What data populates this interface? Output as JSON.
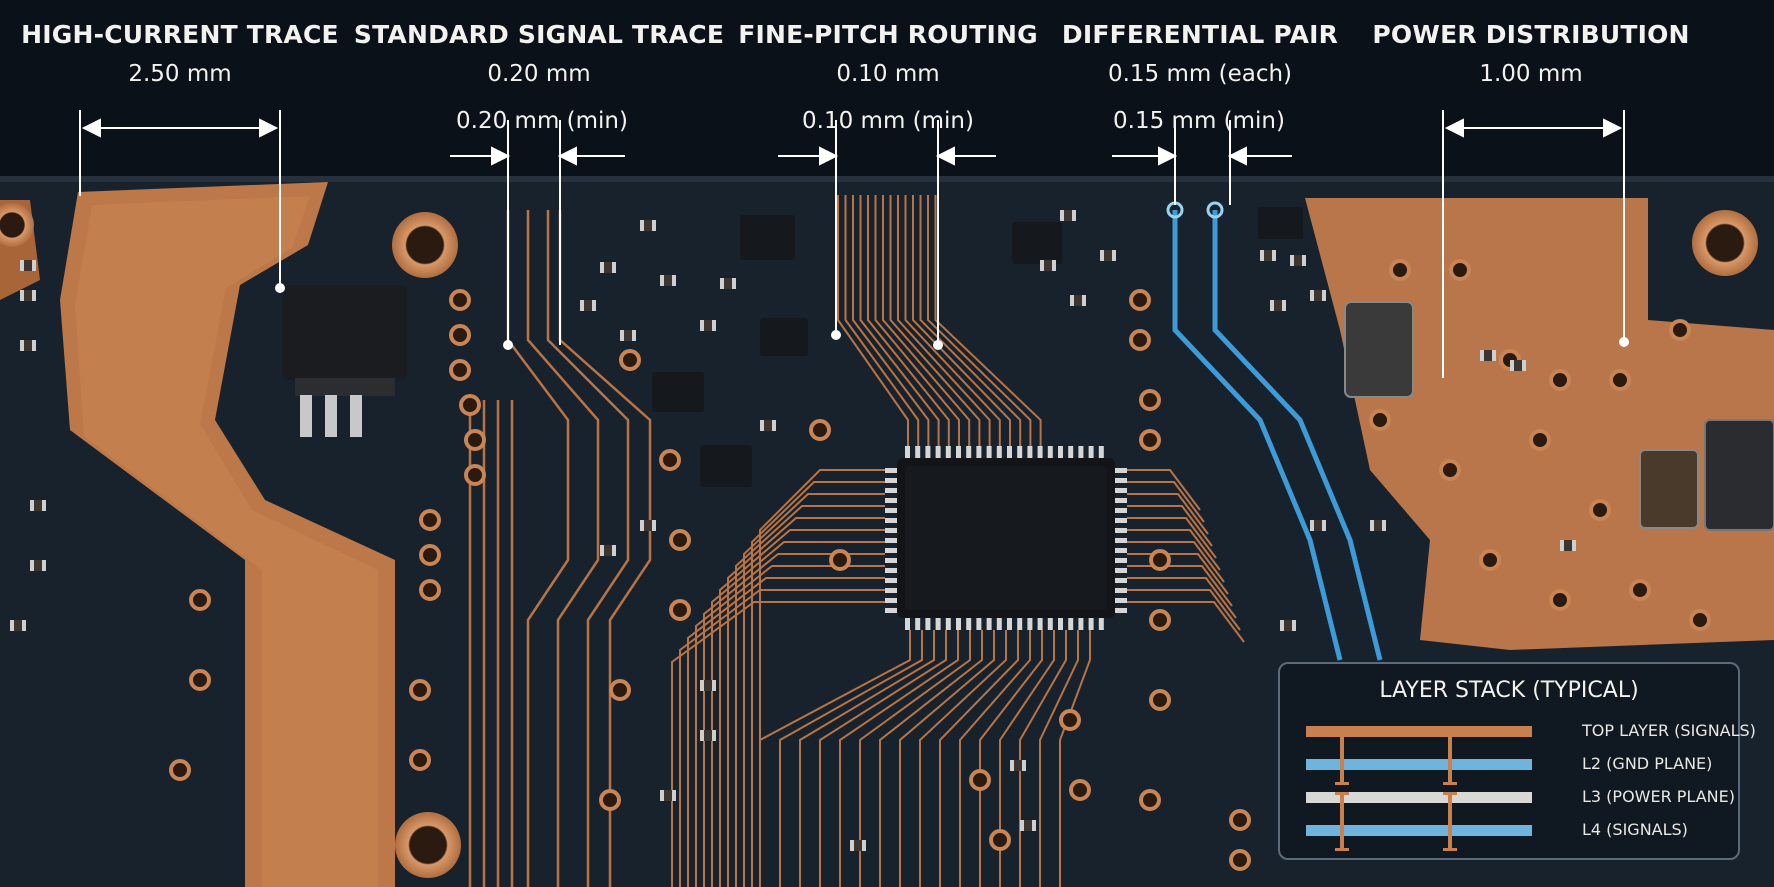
{
  "annotations": [
    {
      "id": "high-current",
      "title": "HIGH-CURRENT TRACE",
      "value": "2.50 mm"
    },
    {
      "id": "standard-signal",
      "title": "STANDARD SIGNAL TRACE",
      "value": "0.20 mm",
      "spacing": "0.20 mm (min)"
    },
    {
      "id": "fine-pitch",
      "title": "FINE-PITCH ROUTING",
      "value": "0.10 mm",
      "spacing": "0.10 mm (min)"
    },
    {
      "id": "differential",
      "title": "DIFFERENTIAL PAIR",
      "value": "0.15 mm (each)",
      "spacing": "0.15 mm (min)"
    },
    {
      "id": "power",
      "title": "POWER DISTRIBUTION",
      "value": "1.00 mm"
    }
  ],
  "legend": {
    "title": "LAYER STACK (TYPICAL)",
    "layers": [
      {
        "label": "TOP LAYER (SIGNALS)",
        "color": "#c8804e"
      },
      {
        "label": "L2  (GND PLANE)",
        "color": "#6fb4dc"
      },
      {
        "label": "L3  (POWER PLANE)",
        "color": "#d8d8d4"
      },
      {
        "label": "L4  (SIGNALS)",
        "color": "#6fb4dc"
      }
    ]
  },
  "colors": {
    "background": "#0b1119",
    "board": "#19232f",
    "copper": "#c27b4b",
    "differential": "#3d9bd8",
    "dimension": "#ffffff"
  }
}
